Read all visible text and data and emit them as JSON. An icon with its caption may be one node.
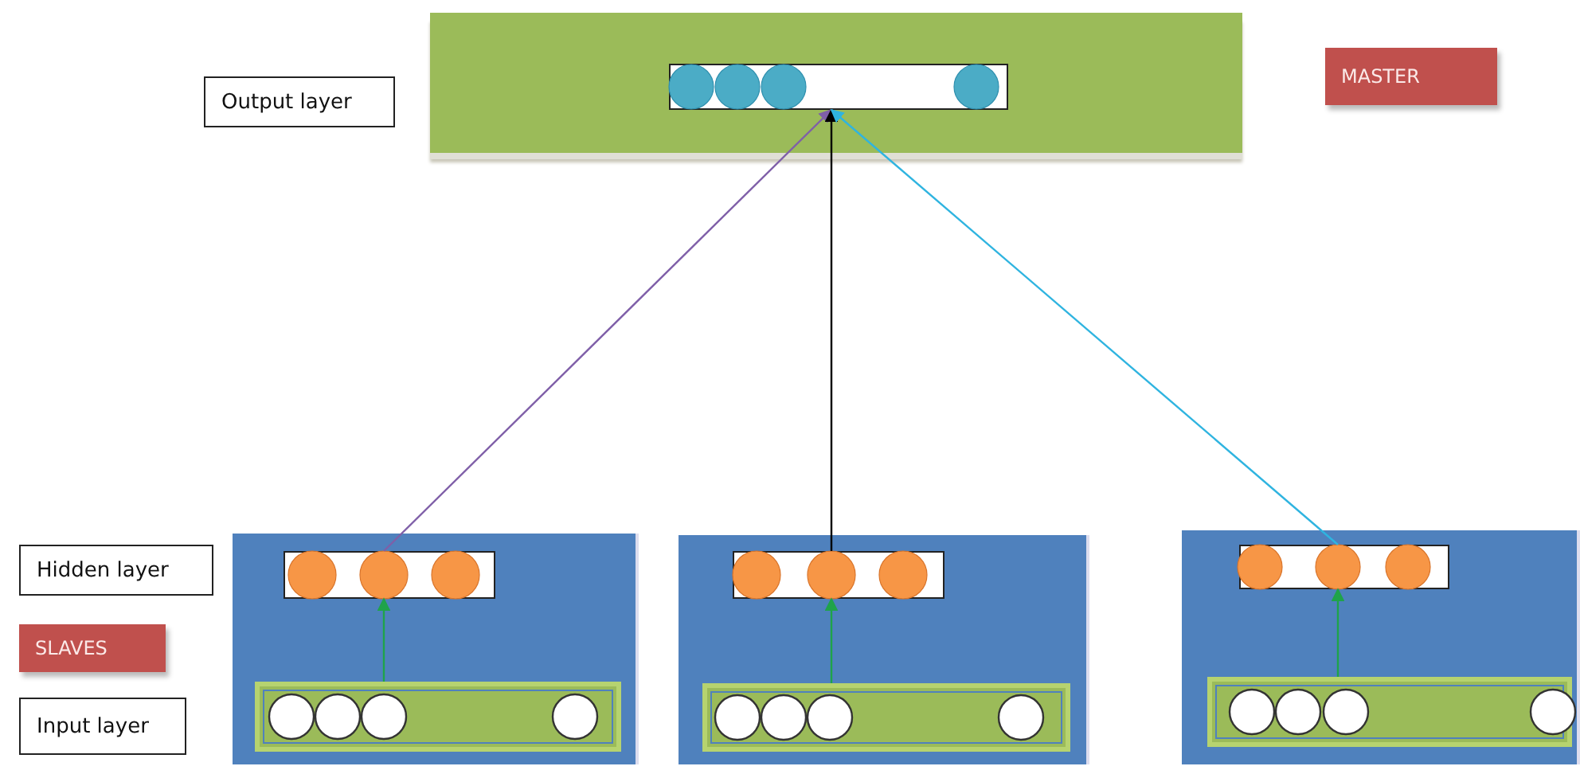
{
  "diagram": {
    "nodes": [
      {
        "text": [
          "Output layer"
        ]
      },
      {
        "text": [],
        "shape": "box"
      },
      {
        "text": [],
        "shape": "box",
        "in": 1
      },
      {
        "text": [
          "MASTER"
        ]
      },
      {
        "text": [
          "Hidden layer"
        ]
      },
      {
        "text": [],
        "shape": "box"
      },
      {
        "text": [],
        "shape": "box",
        "in": 5
      },
      {
        "text": [],
        "shape": "box",
        "in": 5
      },
      {
        "text": [],
        "shape": "box"
      },
      {
        "text": [],
        "shape": "box",
        "in": 8
      },
      {
        "text": [],
        "shape": "box",
        "in": 8
      },
      {
        "text": [],
        "shape": "box"
      },
      {
        "text": [],
        "shape": "box",
        "in": 11
      },
      {
        "text": [],
        "shape": "box",
        "in": 11
      },
      {
        "text": [
          "SLAVES"
        ]
      },
      {
        "text": [
          "Input layer"
        ]
      }
    ],
    "edges": [
      {
        "from": 6,
        "to": 2,
        "arrow": "to",
        "color": "#7f5fa8"
      },
      {
        "from": 9,
        "to": 2,
        "arrow": "to",
        "color": "#000000"
      },
      {
        "from": 12,
        "to": 2,
        "arrow": "to",
        "color": "#2fb4e0"
      },
      {
        "from": 7,
        "to": 6,
        "arrow": "to",
        "color": "#1fa34a"
      },
      {
        "from": 10,
        "to": 9,
        "arrow": "to",
        "color": "#1fa34a"
      },
      {
        "from": 13,
        "to": 12,
        "arrow": "to",
        "color": "#1fa34a"
      }
    ]
  }
}
